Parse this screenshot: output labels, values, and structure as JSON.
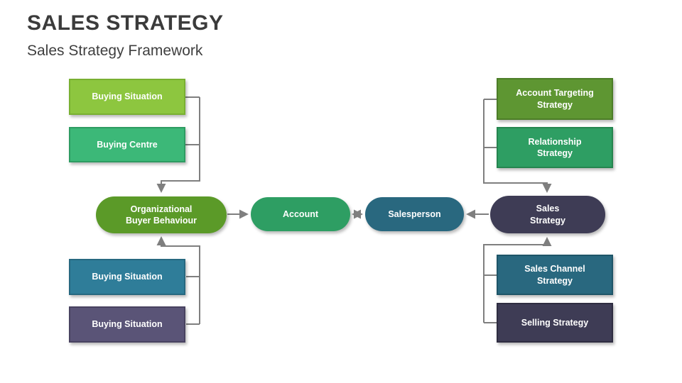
{
  "header": {
    "title": "SALES STRATEGY",
    "subtitle": "Sales Strategy Framework"
  },
  "diagram": {
    "connector_color": "#7f7f7f",
    "nodes": [
      {
        "id": "buying-situation-top",
        "shape": "rect",
        "label": "Buying Situation",
        "fill": "#8dc63f",
        "border": "#79b031",
        "text_color": "#ffffff"
      },
      {
        "id": "buying-centre",
        "shape": "rect",
        "label": "Buying Centre",
        "fill": "#3cb878",
        "border": "#2d9c62",
        "text_color": "#ffffff"
      },
      {
        "id": "buying-situation-mid",
        "shape": "rect",
        "label": "Buying Situation",
        "fill": "#2f7d99",
        "border": "#266880",
        "text_color": "#ffffff"
      },
      {
        "id": "buying-situation-bottom",
        "shape": "rect",
        "label": "Buying Situation",
        "fill": "#5a5477",
        "border": "#484260",
        "text_color": "#ffffff"
      },
      {
        "id": "account-targeting",
        "shape": "rect",
        "label": "Account Targeting\nStrategy",
        "fill": "#5e9632",
        "border": "#4c7d27",
        "text_color": "#ffffff"
      },
      {
        "id": "relationship",
        "shape": "rect",
        "label": "Relationship\nStrategy",
        "fill": "#2e9e63",
        "border": "#25854f",
        "text_color": "#ffffff"
      },
      {
        "id": "sales-channel",
        "shape": "rect",
        "label": "Sales Channel\nStrategy",
        "fill": "#29687f",
        "border": "#1e5568",
        "text_color": "#ffffff"
      },
      {
        "id": "selling",
        "shape": "rect",
        "label": "Selling Strategy",
        "fill": "#3e3c55",
        "border": "#2f2d41",
        "text_color": "#ffffff"
      },
      {
        "id": "organizational-buyer-behaviour",
        "shape": "pill",
        "label": "Organizational\nBuyer Behaviour",
        "fill": "#5b9a28",
        "border": null,
        "text_color": "#ffffff"
      },
      {
        "id": "account",
        "shape": "pill",
        "label": "Account",
        "fill": "#2e9e63",
        "border": null,
        "text_color": "#ffffff"
      },
      {
        "id": "salesperson",
        "shape": "pill",
        "label": "Salesperson",
        "fill": "#29687f",
        "border": null,
        "text_color": "#ffffff"
      },
      {
        "id": "sales-strategy",
        "shape": "pill",
        "label": "Sales\nStrategy",
        "fill": "#3e3c55",
        "border": null,
        "text_color": "#ffffff"
      }
    ]
  }
}
